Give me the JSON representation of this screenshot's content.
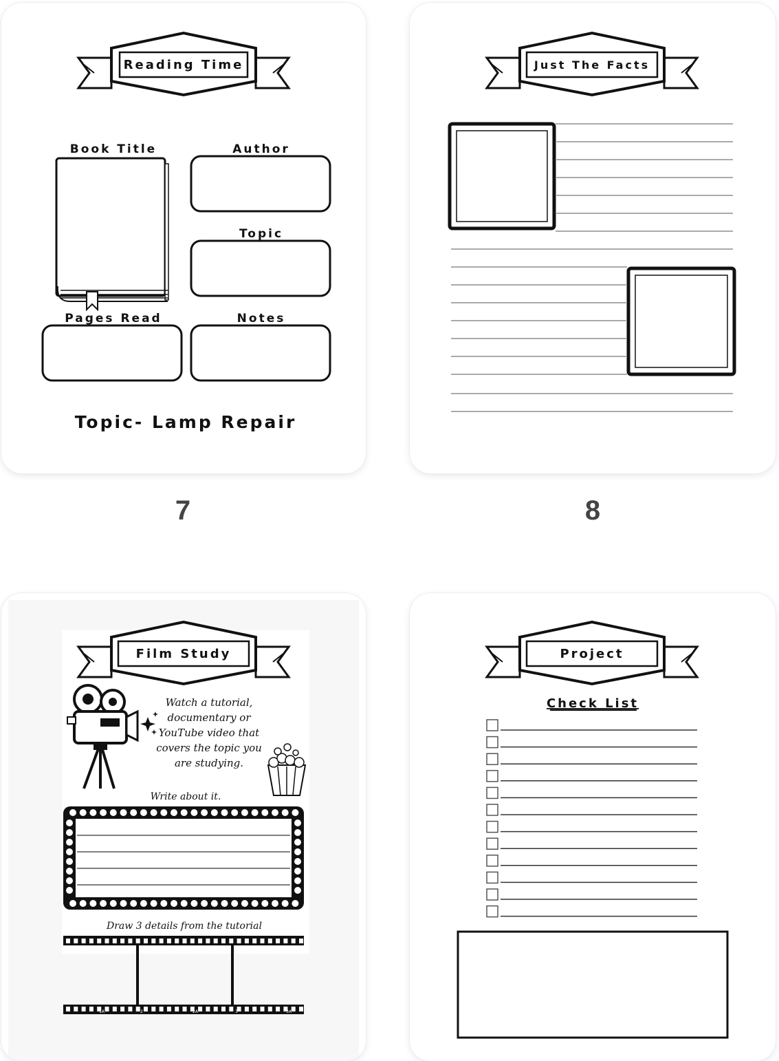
{
  "pages": [
    {
      "number": "7",
      "banner_title": "Reading Time",
      "labels": {
        "book_title": "Book Title",
        "author": "Author",
        "topic": "Topic",
        "pages_read": "Pages Read",
        "notes": "Notes"
      },
      "footer": "Topic- Lamp Repair"
    },
    {
      "number": "8",
      "banner_title": "Just The Facts"
    },
    {
      "banner_title": "Film Study",
      "instructions": [
        "Watch a tutorial,",
        "documentary or",
        "YouTube video that",
        "covers  the topic you",
        "are studying."
      ],
      "write_prompt": "Write about it.",
      "draw_prompt": "Draw 3 details from the tutorial",
      "filmstrip_marks": [
        "1A",
        "2",
        "2A",
        "3",
        "3A"
      ]
    },
    {
      "banner_title": "Project",
      "checklist_title": "Check List",
      "checklist_count": 12
    }
  ],
  "icons": [
    "ribbon-banner-icon",
    "book-icon",
    "film-camera-icon",
    "sparkle-icon",
    "popcorn-icon",
    "marquee-frame-icon",
    "filmstrip-icon",
    "checkbox-icon"
  ]
}
